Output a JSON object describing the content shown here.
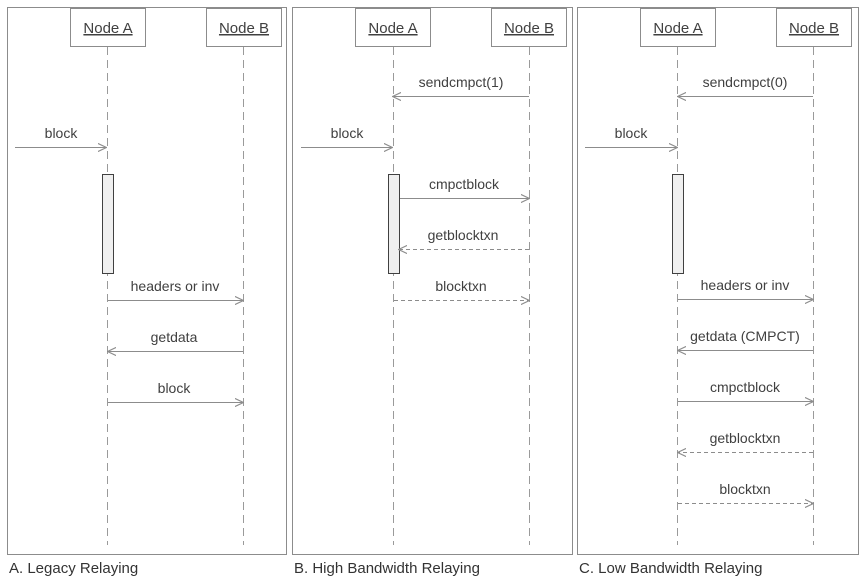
{
  "panels": [
    {
      "caption": "A. Legacy Relaying",
      "node_a": "Node A",
      "node_b": "Node B",
      "messages": [
        {
          "label": "block",
          "from": "left",
          "to": "A",
          "style": "solid"
        },
        {
          "label": "headers or inv",
          "from": "A",
          "to": "B",
          "style": "solid"
        },
        {
          "label": "getdata",
          "from": "B",
          "to": "A",
          "style": "solid"
        },
        {
          "label": "block",
          "from": "A",
          "to": "B",
          "style": "solid"
        }
      ]
    },
    {
      "caption": "B. High Bandwidth Relaying",
      "node_a": "Node A",
      "node_b": "Node B",
      "messages": [
        {
          "label": "sendcmpct(1)",
          "from": "B",
          "to": "A",
          "style": "solid"
        },
        {
          "label": "block",
          "from": "left",
          "to": "A",
          "style": "solid"
        },
        {
          "label": "cmpctblock",
          "from": "A",
          "to": "B",
          "style": "solid"
        },
        {
          "label": "getblocktxn",
          "from": "B",
          "to": "A",
          "style": "dashed"
        },
        {
          "label": "blocktxn",
          "from": "A",
          "to": "B",
          "style": "dashed"
        }
      ]
    },
    {
      "caption": "C. Low Bandwidth Relaying",
      "node_a": "Node A",
      "node_b": "Node B",
      "messages": [
        {
          "label": "sendcmpct(0)",
          "from": "B",
          "to": "A",
          "style": "solid"
        },
        {
          "label": "block",
          "from": "left",
          "to": "A",
          "style": "solid"
        },
        {
          "label": "headers or inv",
          "from": "A",
          "to": "B",
          "style": "solid"
        },
        {
          "label": "getdata (CMPCT)",
          "from": "B",
          "to": "A",
          "style": "solid"
        },
        {
          "label": "cmpctblock",
          "from": "A",
          "to": "B",
          "style": "solid"
        },
        {
          "label": "getblocktxn",
          "from": "B",
          "to": "A",
          "style": "dashed"
        },
        {
          "label": "blocktxn",
          "from": "A",
          "to": "B",
          "style": "dashed"
        }
      ]
    }
  ]
}
